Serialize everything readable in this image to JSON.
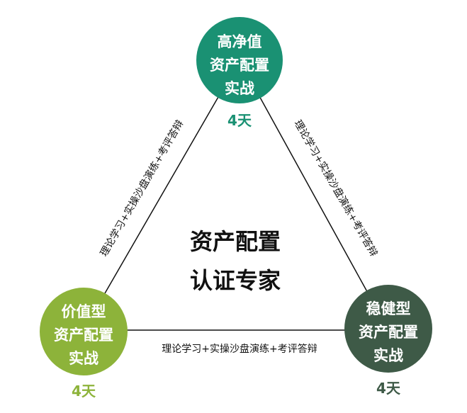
{
  "colors": {
    "top": "#1a9173",
    "left": "#8db33a",
    "right": "#3e5a47",
    "line": "#111111"
  },
  "center": {
    "line1": "资产配置",
    "line2": "认证专家"
  },
  "nodes": {
    "top": {
      "lines": [
        "高净值",
        "资产配置",
        "实战"
      ],
      "days": "4天"
    },
    "left": {
      "lines": [
        "价值型",
        "资产配置",
        "实战"
      ],
      "days": "4天"
    },
    "right": {
      "lines": [
        "稳健型",
        "资产配置",
        "实战"
      ],
      "days": "4天"
    }
  },
  "edges": {
    "left": "理论学习+实操沙盘演练+考评答辩",
    "right": "理论学习+实操沙盘演练+考评答辩",
    "bottom": "理论学习+实操沙盘演练+考评答辩"
  }
}
